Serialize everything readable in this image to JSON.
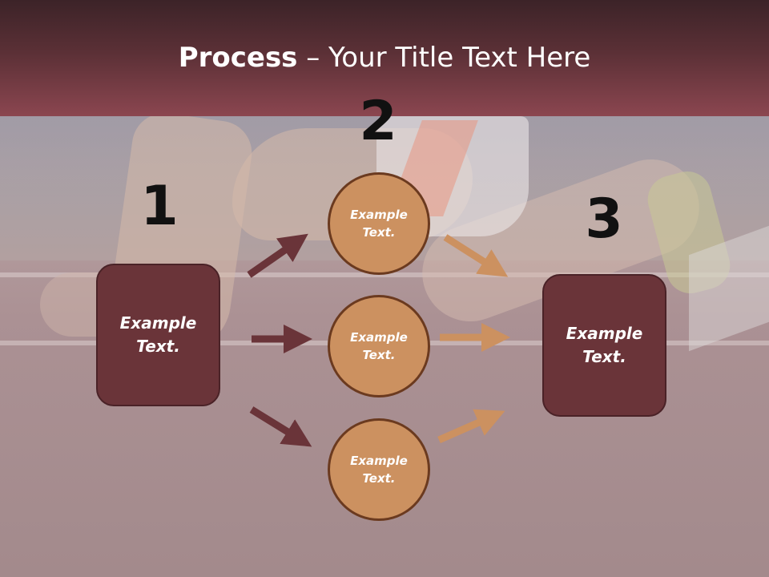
{
  "title": {
    "bold": "Process",
    "rest": " – Your Title Text Here"
  },
  "steps": {
    "one": "1",
    "two": "2",
    "three": "3"
  },
  "left_box": {
    "text": "Example\nText."
  },
  "right_box": {
    "text": "Example\nText."
  },
  "circles": [
    {
      "text": "Example\nText."
    },
    {
      "text": "Example\nText."
    },
    {
      "text": "Example\nText."
    }
  ],
  "colors": {
    "header": "#5b3036",
    "box": "#6a3439",
    "circle": "#cc9160",
    "dark_arrow": "#6a3439",
    "light_arrow": "#cc9160"
  }
}
